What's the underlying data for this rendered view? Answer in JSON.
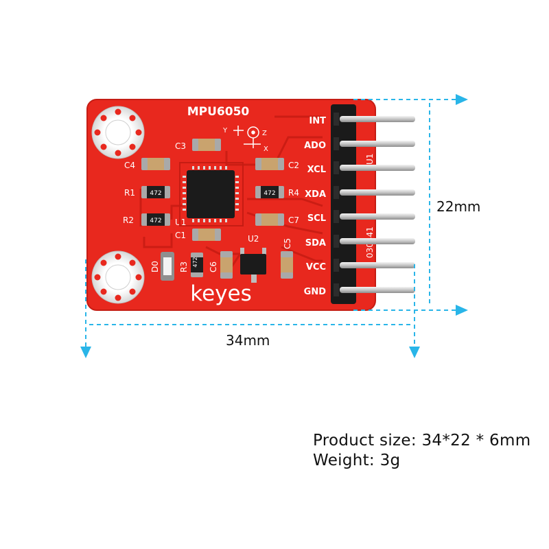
{
  "board": {
    "model": "MPU6050",
    "brand": "keyes",
    "axes": {
      "y": "Y",
      "z": "Z",
      "x": "X"
    },
    "pins": [
      "INT",
      "ADO",
      "XCL",
      "XDA",
      "SCL",
      "SDA",
      "VCC",
      "GND"
    ],
    "components": {
      "c1": "C1",
      "c2": "C2",
      "c3": "C3",
      "c4": "C4",
      "c5": "C5",
      "c6": "C6",
      "c7": "C7",
      "r1": "R1",
      "r2": "R2",
      "r3": "R3",
      "r4": "R4",
      "u1": "U1",
      "u2": "U2",
      "d0": "D0",
      "header": "U1",
      "r1_code": "472",
      "r2_code": "472",
      "r3_code": "472",
      "r4_code": "472",
      "serial": "030441"
    }
  },
  "dimensions": {
    "height": "22mm",
    "width": "34mm"
  },
  "specs": {
    "product_size": "Product size: 34*22 * 6mm",
    "weight": "Weight: 3g"
  },
  "colors": {
    "pcb": "#e8281e",
    "dimension_arrow": "#29b5e8",
    "pin": "#c8c8c8"
  }
}
